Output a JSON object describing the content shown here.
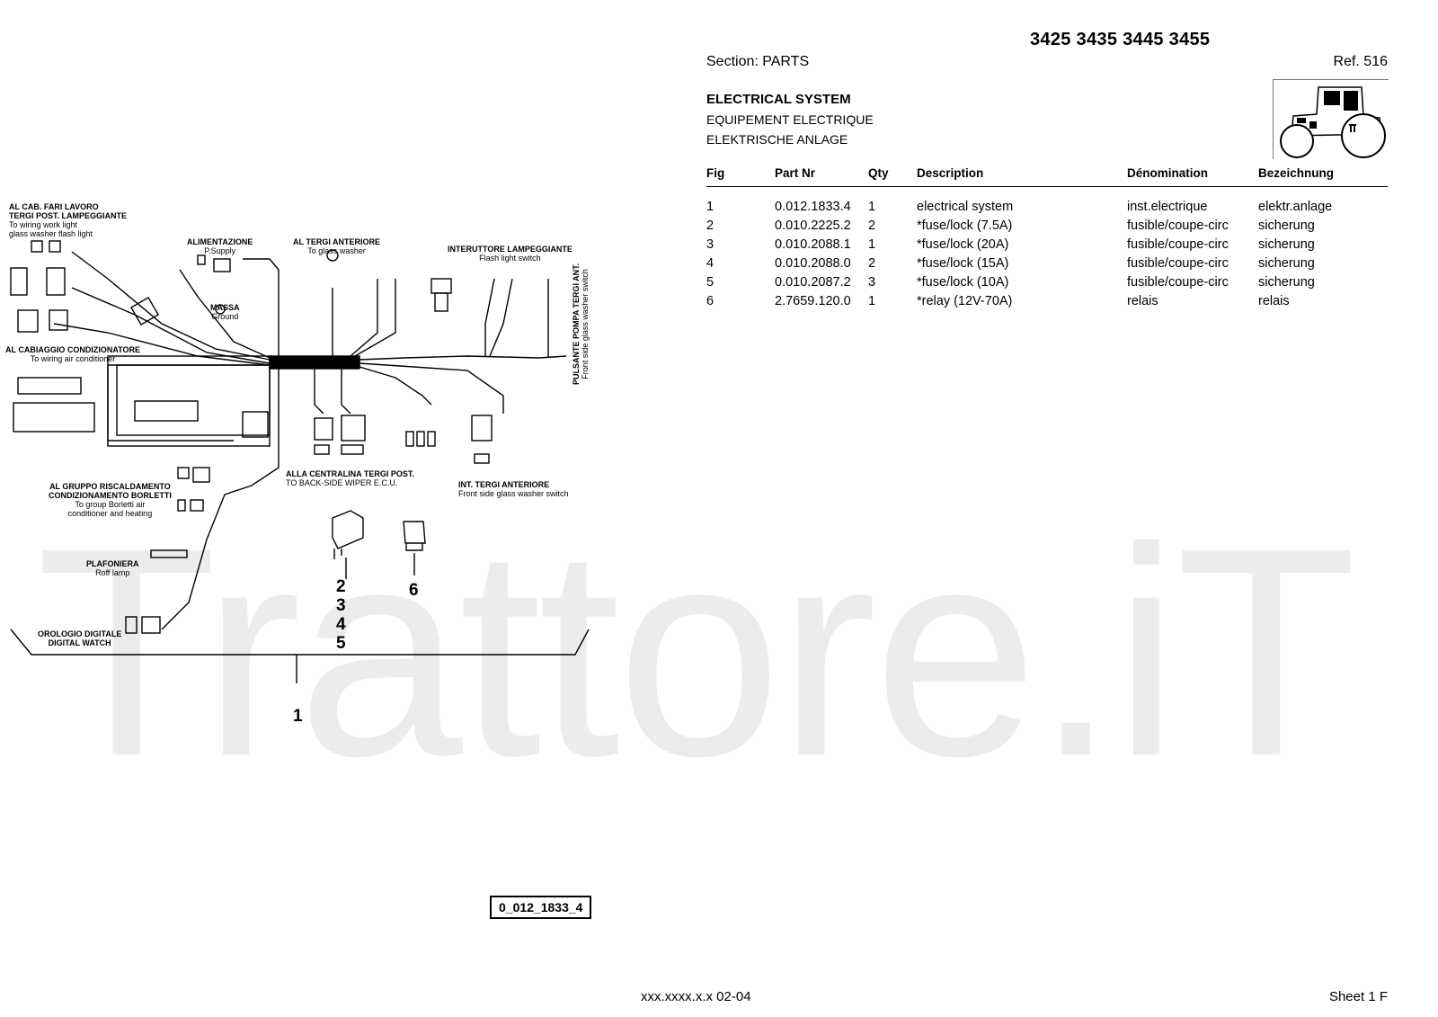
{
  "header": {
    "models": "3425 3435 3445 3455",
    "section": "Section: PARTS",
    "ref": "Ref. 516",
    "title_en": "ELECTRICAL SYSTEM",
    "title_fr": "EQUIPEMENT ELECTRIQUE",
    "title_de": "ELEKTRISCHE ANLAGE"
  },
  "table": {
    "columns": [
      "Fig",
      "Part Nr",
      "Qty",
      "Description",
      "Dénomination",
      "Bezeichnung"
    ],
    "rows": [
      {
        "fig": "1",
        "part": "0.012.1833.4",
        "qty": "1",
        "desc": "electrical system",
        "den": "inst.electrique",
        "bez": "elektr.anlage"
      },
      {
        "fig": "2",
        "part": "0.010.2225.2",
        "qty": "2",
        "desc": "*fuse/lock (7.5A)",
        "den": "fusible/coupe-circ",
        "bez": "sicherung"
      },
      {
        "fig": "3",
        "part": "0.010.2088.1",
        "qty": "1",
        "desc": "*fuse/lock (20A)",
        "den": "fusible/coupe-circ",
        "bez": "sicherung"
      },
      {
        "fig": "4",
        "part": "0.010.2088.0",
        "qty": "2",
        "desc": "*fuse/lock (15A)",
        "den": "fusible/coupe-circ",
        "bez": "sicherung"
      },
      {
        "fig": "5",
        "part": "0.010.2087.2",
        "qty": "3",
        "desc": "*fuse/lock (10A)",
        "den": "fusible/coupe-circ",
        "bez": "sicherung"
      },
      {
        "fig": "6",
        "part": "2.7659.120.0",
        "qty": "1",
        "desc": "*relay (12V-70A)",
        "den": "relais",
        "bez": "relais"
      }
    ]
  },
  "diagram": {
    "labels": {
      "cab_lights_1": "AL CAB. FARI LAVORO",
      "cab_lights_2": "TERGI POST. LAMPEGGIANTE",
      "cab_lights_3": "To wiring work light",
      "cab_lights_4": "glass washer flash light",
      "supply_1": "ALIMENTAZIONE",
      "supply_2": "P.Supply",
      "washer_1": "AL TERGI ANTERIORE",
      "washer_2": "To glass washer",
      "flash_1": "INTERUTTORE LAMPEGGIANTE",
      "flash_2": "Flash light switch",
      "ground_1": "MASSA",
      "ground_2": "Ground",
      "pump_1": "PULSANTE POMPA TERGI ANT.",
      "pump_2": "Front side glass washer switch",
      "aircon_1": "AL CABIAGGIO CONDIZIONATORE",
      "aircon_2": "To wiring air conditioner",
      "wiper_ecu_1": "ALLA CENTRALINA TERGI POST.",
      "wiper_ecu_2": "TO BACK-SIDE WIPER E.C.U.",
      "front_switch_1": "INT. TERGI ANTERIORE",
      "front_switch_2": "Front side glass washer switch",
      "heating_1": "AL GRUPPO RISCALDAMENTO",
      "heating_2": "CONDIZIONAMENTO BORLETTI",
      "heating_3": "To group Borletti air",
      "heating_4": "conditioner and heating",
      "roof_1": "PLAFONIERA",
      "roof_2": "Roff lamp",
      "watch_1": "OROLOGIO DIGITALE",
      "watch_2": "DIGITAL WATCH"
    },
    "callouts": {
      "fuse_refs": [
        "2",
        "3",
        "4",
        "5"
      ],
      "relay_ref": "6",
      "harness_ref": "1"
    },
    "drawing_code": "0_012_1833_4",
    "watermark": "Trattore.iT"
  },
  "footer": {
    "code": "xxx.xxxx.x.x  02-04",
    "sheet": "Sheet 1 F"
  }
}
